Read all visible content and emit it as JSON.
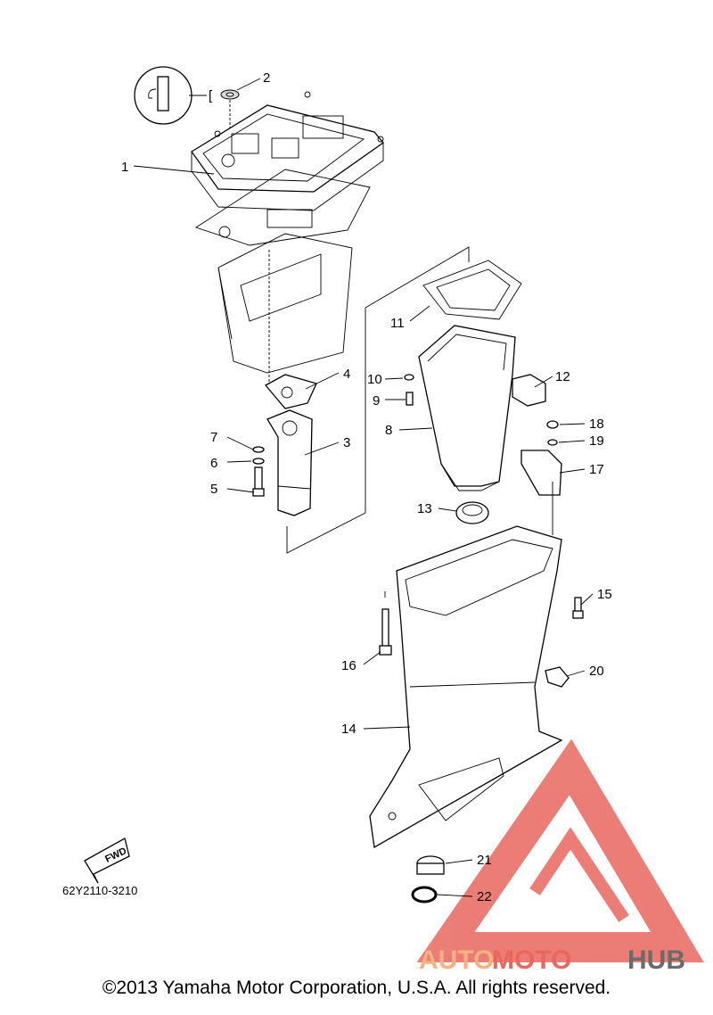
{
  "diagram": {
    "callouts": [
      "1",
      "2",
      "3",
      "4",
      "5",
      "6",
      "7",
      "8",
      "9",
      "10",
      "11",
      "12",
      "13",
      "14",
      "15",
      "16",
      "17",
      "18",
      "19",
      "20",
      "21",
      "22"
    ],
    "bracket_symbol": "[",
    "fwd_label": "FWD",
    "drawing_code": "62Y2110-3210"
  },
  "watermark": {
    "part1": "AUTO",
    "part2": "MOTO",
    "part3": "HUB",
    "colors": {
      "auto": "#f4b183",
      "moto": "#e8675f",
      "hub": "#6b6b6b",
      "logo": "#e8675f"
    }
  },
  "footer": {
    "copyright": "©2013 Yamaha Motor Corporation, U.S.A. All rights reserved."
  }
}
